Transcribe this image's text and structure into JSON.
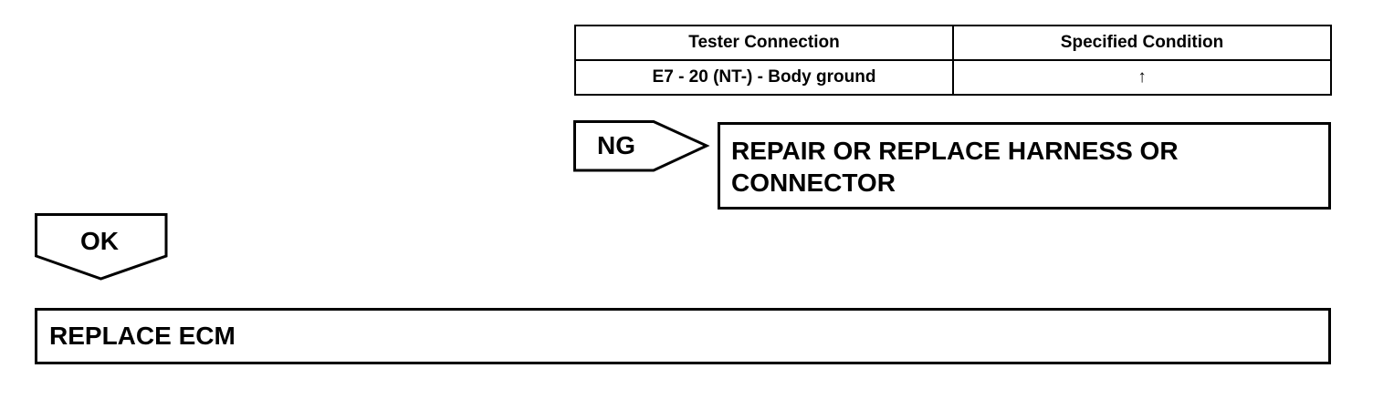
{
  "table": {
    "headers": [
      "Tester Connection",
      "Specified Condition"
    ],
    "rows": [
      [
        "E7 - 20 (NT-) - Body ground",
        "↑"
      ]
    ]
  },
  "ng_branch": {
    "label": "NG",
    "action": "REPAIR OR REPLACE HARNESS OR CONNECTOR"
  },
  "ok_branch": {
    "label": "OK",
    "action": "REPLACE ECM"
  }
}
